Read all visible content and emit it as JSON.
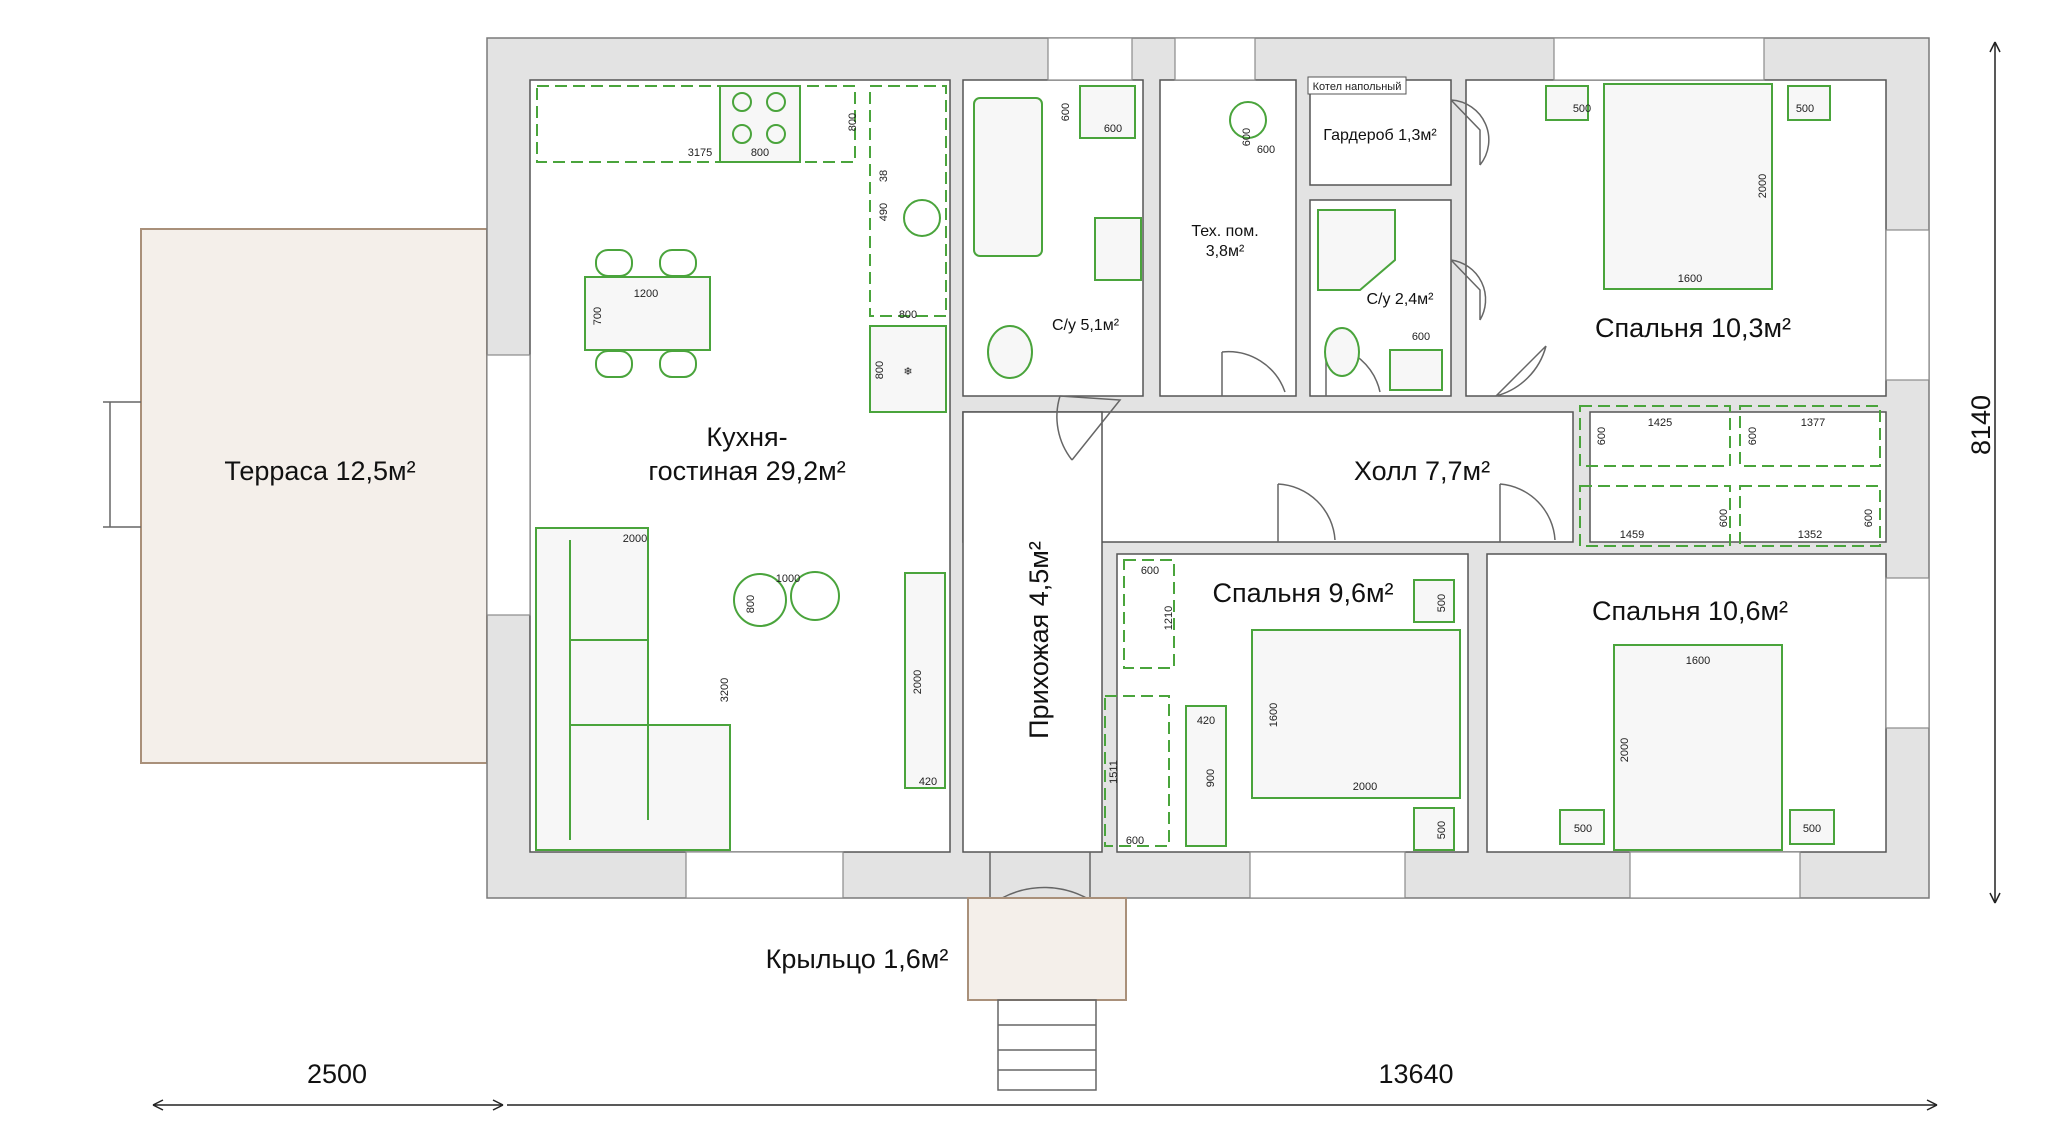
{
  "rooms": {
    "terrace": "Терраса 12,5м²",
    "kitchen_line1": "Кухня-",
    "kitchen_line2": "гостиная 29,2м²",
    "bath1": "С/у 5,1м²",
    "tech_line1": "Тех. пом.",
    "tech_line2": "3,8м²",
    "wardrobe": "Гардероб 1,3м²",
    "boiler": "Котел напольный",
    "bath2": "С/у 2,4м²",
    "bedroom1": "Спальня 10,3м²",
    "hall": "Холл 7,7м²",
    "entrance": "Прихожая 4,5м²",
    "bedroom2": "Спальня 9,6м²",
    "bedroom3": "Спальня 10,6м²",
    "porch": "Крыльцо 1,6м²"
  },
  "dimensions": {
    "terrace_width": "2500",
    "house_width": "13640",
    "house_depth": "8140"
  },
  "furniture_dims": {
    "counter_len": "3175",
    "hob": "800",
    "counter_depth": "800",
    "side_490": "490",
    "side_38": "38",
    "sink_800": "800",
    "fridge_800": "800",
    "table_len": "1200",
    "table_w": "700",
    "sofa_len": "2000",
    "sofa_depth": "3200",
    "coffee_1000": "1000",
    "coffee_800": "800",
    "tv_2000": "2000",
    "tv_420": "420",
    "wc1_600": "600",
    "wc1_600b": "600",
    "tech_600a": "600",
    "tech_600b": "600",
    "bath2_600": "600",
    "b1_500a": "500",
    "b1_500b": "500",
    "b1_2000": "2000",
    "b1_1600": "1600",
    "cl1_1425": "1425",
    "cl1_600a": "600",
    "cl1_600b": "600",
    "cl1_1377": "1377",
    "cl2_1459": "1459",
    "cl2_600a": "600",
    "cl2_600b": "600",
    "cl2_1352": "1352",
    "b2_600": "600",
    "b2_1210": "1210",
    "b2_420": "420",
    "b2_900": "900",
    "b2_1511": "1511",
    "b2_600b": "600",
    "b2_1600": "1600",
    "b2_2000": "2000",
    "b2_500a": "500",
    "b2_500b": "500",
    "b3_1600": "1600",
    "b3_2000": "2000",
    "b3_500a": "500",
    "b3_500b": "500"
  }
}
